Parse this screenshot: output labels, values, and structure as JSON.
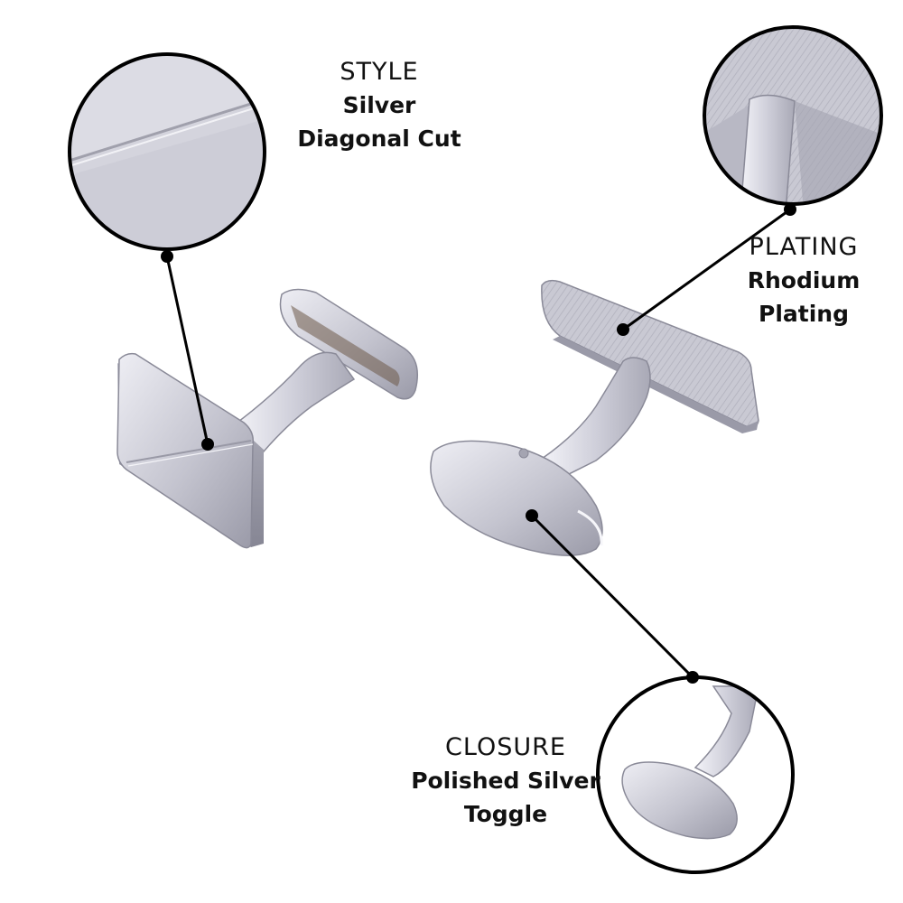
{
  "callouts": {
    "style": {
      "caption": "STYLE",
      "value_line1": "Silver",
      "value_line2": "Diagonal Cut"
    },
    "plating": {
      "caption": "PLATING",
      "value_line1": "Rhodium",
      "value_line2": "Plating"
    },
    "closure": {
      "caption": "CLOSURE",
      "value_line1": "Polished Silver",
      "value_line2": "Toggle"
    }
  },
  "colors": {
    "text": "#111111",
    "leader": "#000000",
    "metal_light": "#e6e6ee",
    "metal_mid": "#b9b9c6",
    "metal_dark": "#8a8a98"
  }
}
